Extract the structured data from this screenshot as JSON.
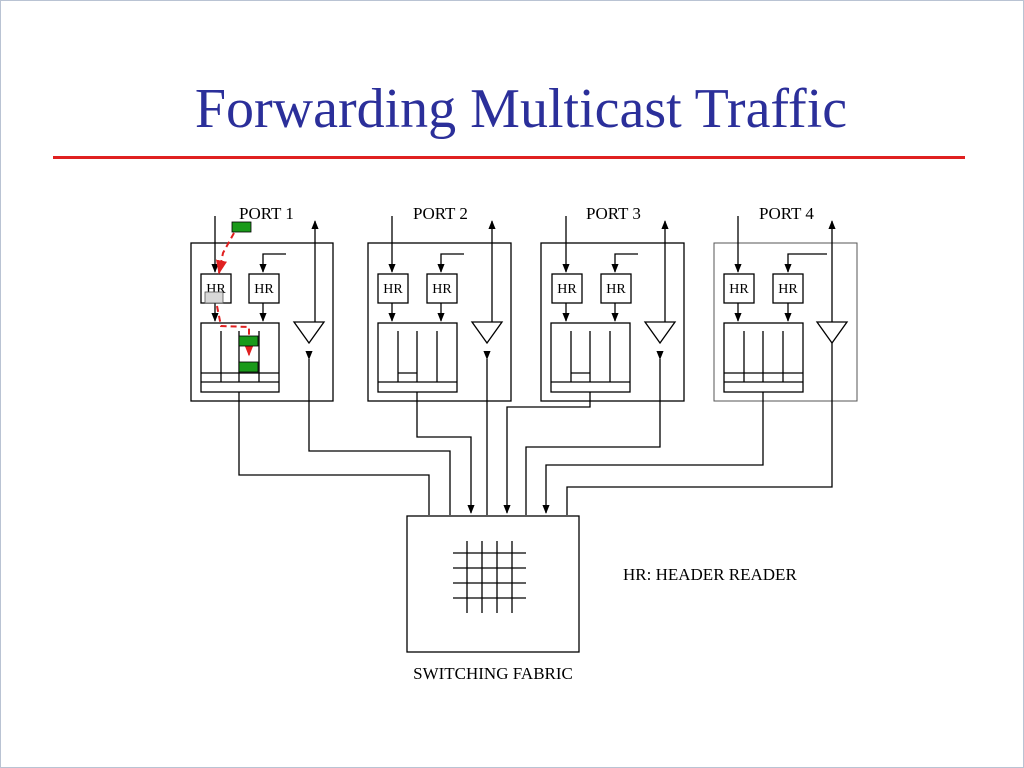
{
  "slide": {
    "title": "Forwarding Multicast Traffic",
    "title_color": "#2b2f9a",
    "rule_color": "#e02020"
  },
  "ports": [
    {
      "label": "PORT 1",
      "hr_left": "HR",
      "hr_right": "HR"
    },
    {
      "label": "PORT 2",
      "hr_left": "HR",
      "hr_right": "HR"
    },
    {
      "label": "PORT 3",
      "hr_left": "HR",
      "hr_right": "HR"
    },
    {
      "label": "PORT 4",
      "hr_left": "HR",
      "hr_right": "HR"
    }
  ],
  "legend": "HR: HEADER READER",
  "fabric_label": "SWITCHING FABRIC",
  "colors": {
    "packet": "#1a9a1a",
    "packet_path": "#e02020",
    "hr_highlight": "#d8d8d8"
  }
}
